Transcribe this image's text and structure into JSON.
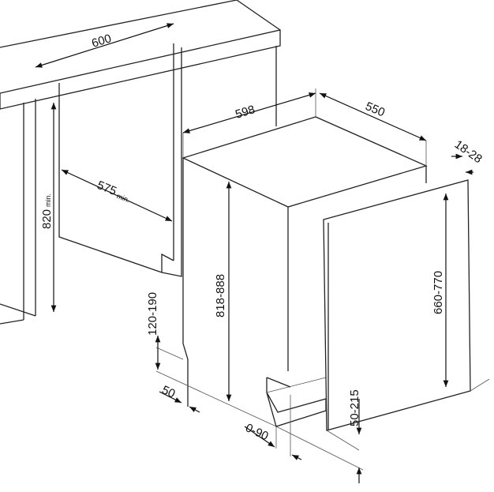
{
  "drawing": {
    "countertop_width": "600",
    "niche_depth": "575",
    "niche_depth_suffix": "min.",
    "niche_height": "820",
    "niche_height_suffix": "min.",
    "appliance_width": "598",
    "appliance_depth": "550",
    "door_thickness": "18-28",
    "appliance_height": "818-888",
    "door_height": "660-770",
    "plinth_height": "120-190",
    "plinth_setback": "50",
    "plinth_offset": "0-90",
    "door_bottom_gap": "50-215"
  }
}
